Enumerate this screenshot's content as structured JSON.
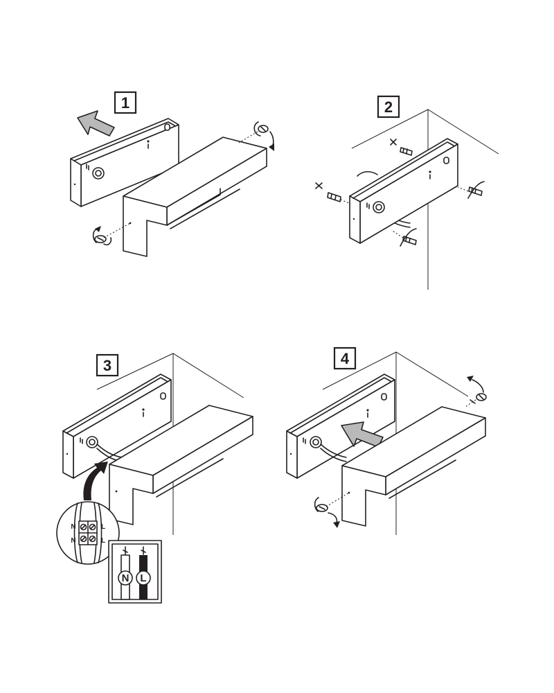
{
  "steps": [
    {
      "number": "1"
    },
    {
      "number": "2"
    },
    {
      "number": "3"
    },
    {
      "number": "4"
    }
  ],
  "terminal_labels": {
    "left_top": "N",
    "right_top": "L",
    "left_bottom": "N",
    "right_bottom": "L"
  },
  "wire_labels": {
    "neutral": "N",
    "live": "L"
  },
  "colors": {
    "line": "#231f20",
    "arrow_fill": "#b9b9b9",
    "live_wire": "#231f20",
    "neutral_wire": "#ffffff"
  }
}
